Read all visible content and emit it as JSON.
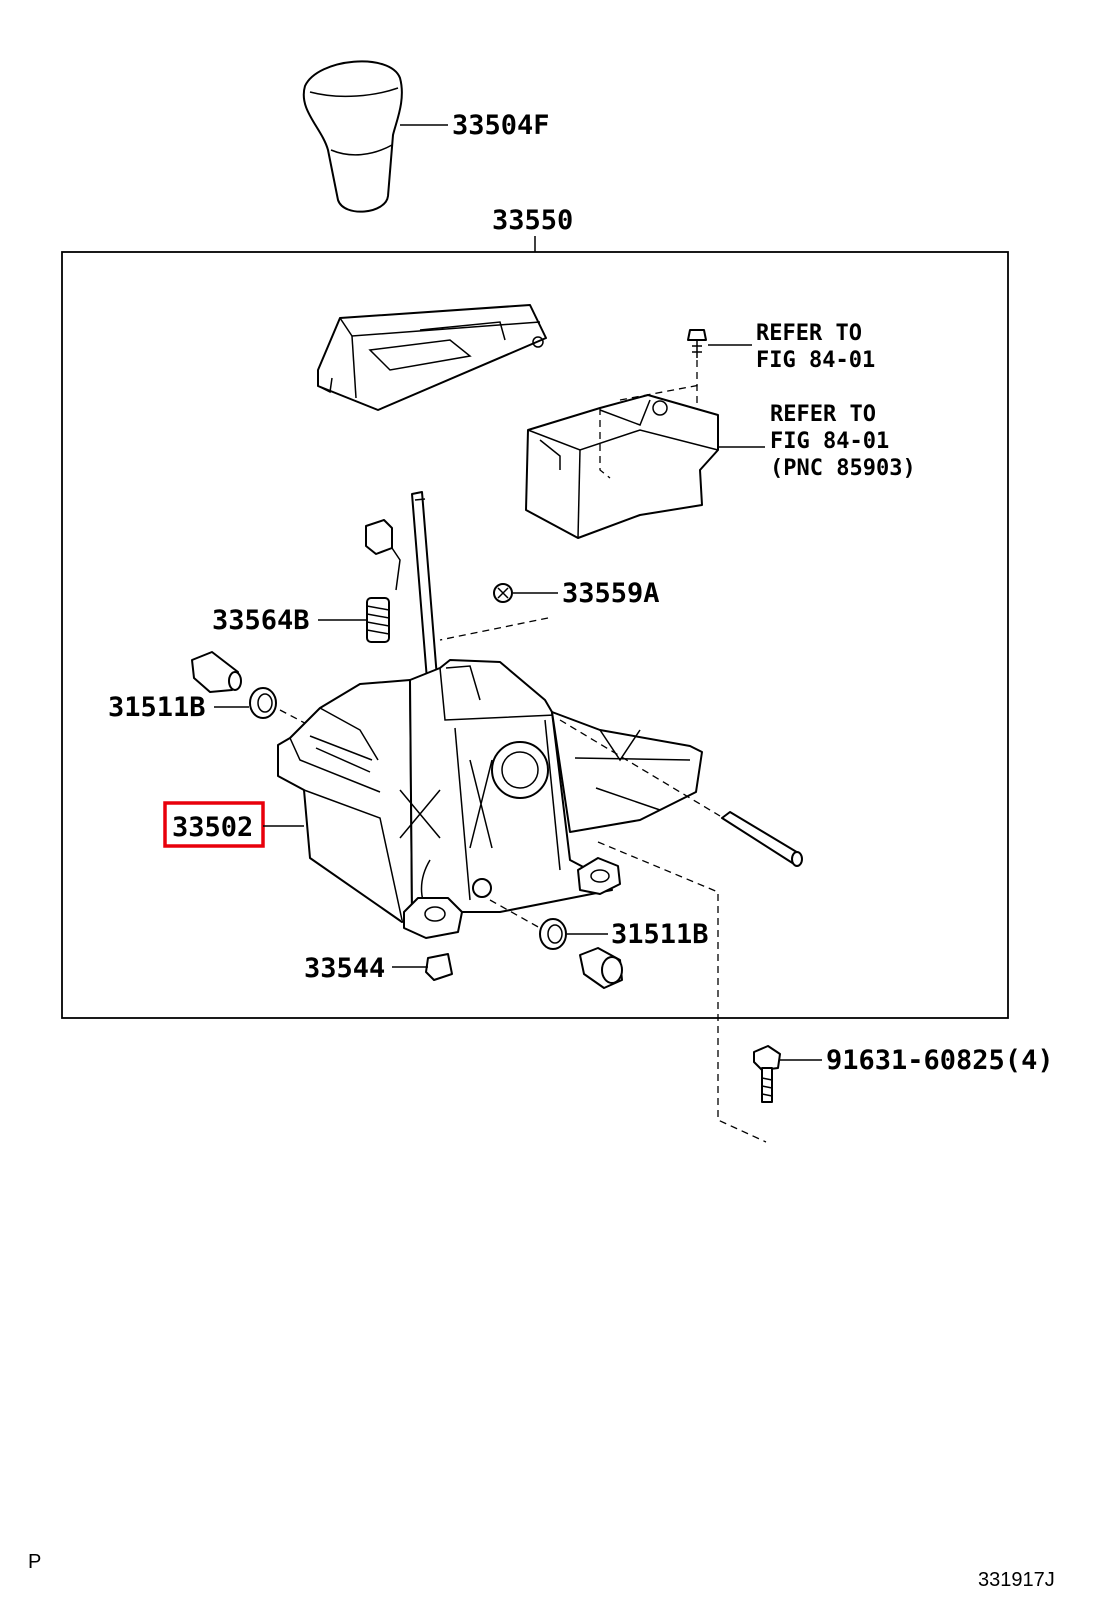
{
  "parts": {
    "knob": "33504F",
    "shift_lever_assembly": "33550",
    "spring": "33564B",
    "bushing_upper": "31511B",
    "retainer": "33559A",
    "position_indicator_housing": "33502",
    "bushing_lower": "31511B",
    "clip": "33544",
    "bolt": "91631-60825(4)"
  },
  "refs": {
    "bolt_ref_line1": "REFER TO",
    "bolt_ref_line2": "FIG 84-01",
    "unit_ref_line1": "REFER TO",
    "unit_ref_line2": "FIG 84-01",
    "unit_ref_line3": "(PNC 85903)"
  },
  "highlight": {
    "part": "33502",
    "color": "#e8000b"
  },
  "footer": {
    "left_mark": "P",
    "figure_code": "331917J"
  }
}
